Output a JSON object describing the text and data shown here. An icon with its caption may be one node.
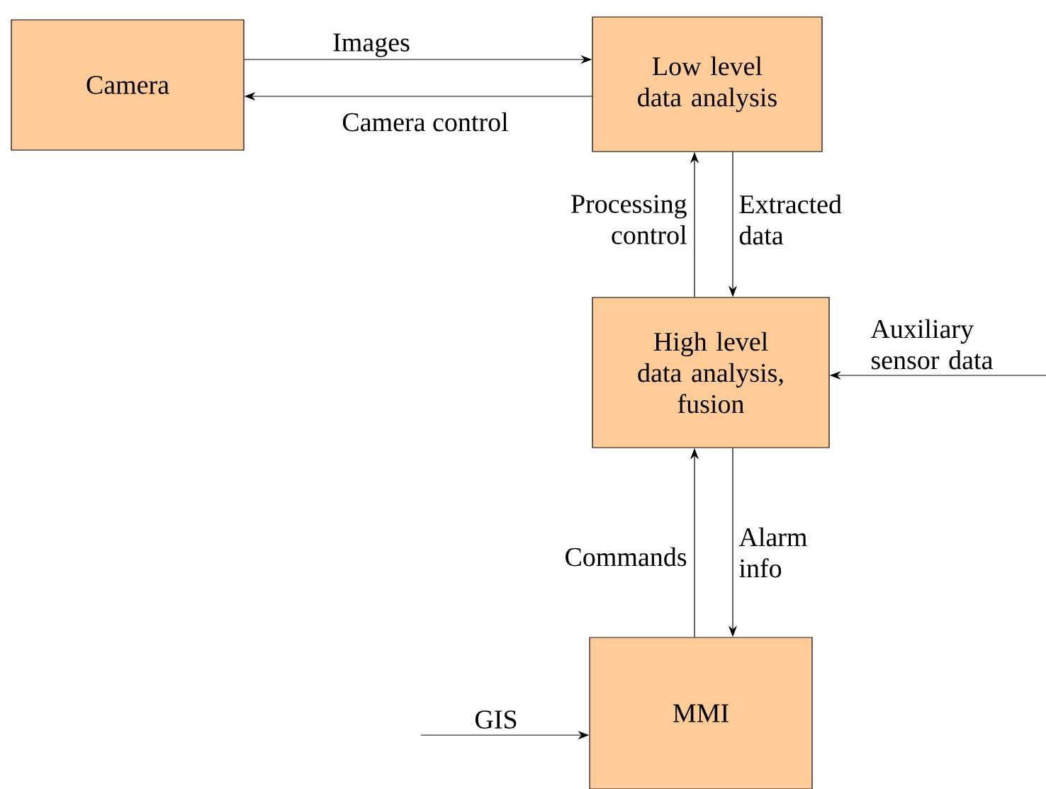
{
  "diagram": {
    "nodes": [
      {
        "text": [
          "Camera"
        ]
      },
      {
        "text": [
          "Low level data analysis"
        ]
      },
      {
        "text": [
          "High level data analysis, fusion"
        ]
      },
      {
        "text": [
          "MMI"
        ]
      }
    ],
    "edges": [
      {
        "from": 0,
        "to": 1,
        "arrow": "to",
        "label": "Images"
      },
      {
        "from": 1,
        "to": 0,
        "arrow": "to",
        "label": "Camera control"
      },
      {
        "from": 2,
        "to": 1,
        "arrow": "to",
        "label": "Processing control"
      },
      {
        "from": 1,
        "to": 2,
        "arrow": "to",
        "label": "Extracted data"
      },
      {
        "from": null,
        "to": 2,
        "arrow": "to",
        "label": "Auxiliary sensor data"
      },
      {
        "from": 3,
        "to": 2,
        "arrow": "to",
        "label": "Commands"
      },
      {
        "from": 2,
        "to": 3,
        "arrow": "to",
        "label": "Alarm info"
      },
      {
        "from": null,
        "to": 3,
        "arrow": "to",
        "label": "GIS"
      }
    ]
  }
}
